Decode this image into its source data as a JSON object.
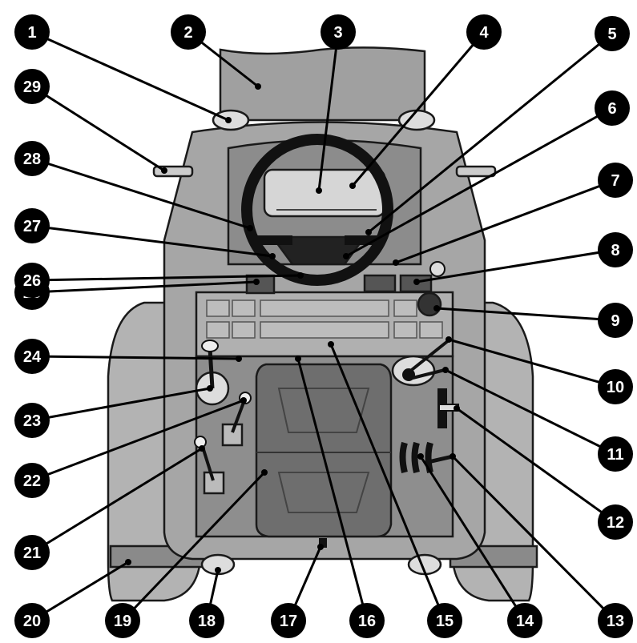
{
  "callouts": [
    "1",
    "2",
    "3",
    "4",
    "5",
    "6",
    "7",
    "8",
    "9",
    "10",
    "11",
    "12",
    "13",
    "14",
    "15",
    "16",
    "17",
    "18",
    "19",
    "20",
    "21",
    "22",
    "23",
    "24",
    "25",
    "26",
    "27",
    "28",
    "29"
  ],
  "colors": {
    "body": "#a6a6a6",
    "body_dark": "#7f7f7f",
    "panel": "#8c8c8c",
    "seat": "#6e6e6e",
    "outline": "#1a1a1a",
    "callout_fill": "#000000",
    "callout_text": "#ffffff"
  }
}
